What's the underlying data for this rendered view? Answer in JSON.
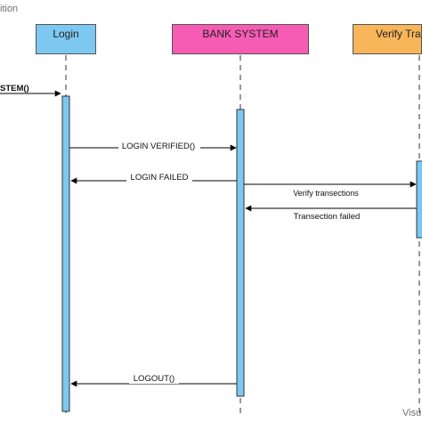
{
  "corner_top_left": "ition",
  "corner_bottom_right": "Visu",
  "participants": [
    {
      "name": "Login",
      "color": "#7dc8f0"
    },
    {
      "name": "BANK SYSTEM",
      "color": "#f75cb5"
    },
    {
      "name": "Verify Tran",
      "color": "#f8b65a"
    }
  ],
  "activation_color": "#7dc8f0",
  "messages": {
    "enter_system": "STEM()",
    "login_verified": "LOGIN VERIFIED()",
    "login_failed": "LOGIN FAILED",
    "verify_transactions": "Verify transections",
    "transaction_failed": "Transection failed",
    "logout": "LOGOUT()"
  }
}
